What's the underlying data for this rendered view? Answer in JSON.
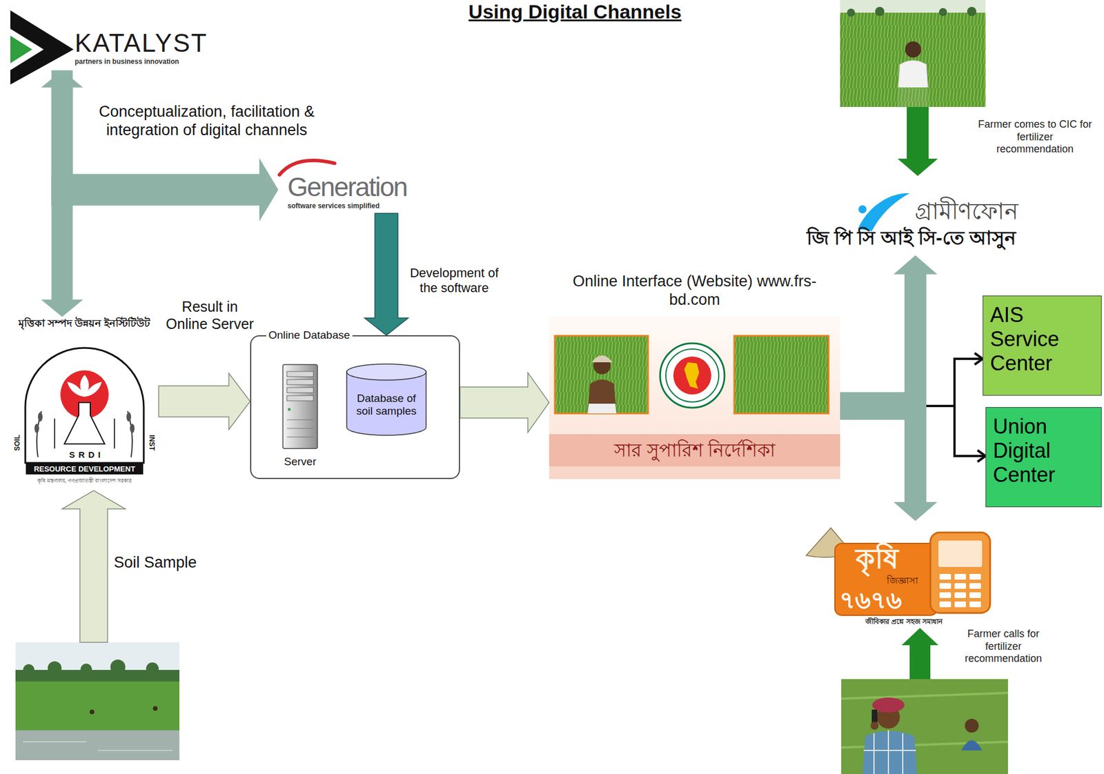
{
  "diagram": {
    "title": "Using Digital Channels",
    "nodes": [
      {
        "text": [
          "KATALYST",
          "partners in business innovation"
        ]
      },
      {
        "text": [
          "Generation",
          "software services simplified"
        ]
      },
      {
        "text": [
          "মৃত্তিকা সম্পদ উন্নয়ন ইনস্টিটিউট",
          "S R D I",
          "SOIL",
          "RESOURCE DEVELOPMENT",
          "INST",
          "কৃষি মন্ত্রণালয়, গণপ্রজাতন্ত্রী বাংলাদেশ সরকার"
        ]
      },
      {
        "text": [
          "Online Database"
        ]
      },
      {
        "text": [
          "Server"
        ],
        "in": 3
      },
      {
        "text": [
          "Database of soil samples"
        ],
        "in": 3
      },
      {
        "text": [
          "Online Interface (Website) www.frs-bd.com",
          "সার সুপারিশ নির্দেশিকা"
        ]
      },
      {
        "text": [
          "গ্রামীণফোন",
          "জি পি সি আই সি-তে আসুন"
        ]
      },
      {
        "text": [
          "AIS Service Center"
        ]
      },
      {
        "text": [
          "Union Digital Center"
        ]
      },
      {
        "text": [
          "কৃষি",
          "জিজ্ঞাসা",
          "৭৬৭৬",
          "জীবিকার প্রশ্নে সহজ সমাধান"
        ]
      }
    ],
    "edges": [
      {
        "from": 0,
        "to": 2,
        "arrow": "both"
      },
      {
        "from": 0,
        "to": 1,
        "label": "Conceptualization, facilitation & integration of digital channels",
        "arrow": "to"
      },
      {
        "from": 1,
        "to": 3,
        "label": "Development of the software",
        "arrow": "to"
      },
      {
        "from": 2,
        "to": 3,
        "label": "Result in Online Server",
        "arrow": "to"
      },
      {
        "from": 3,
        "to": 6,
        "arrow": "to"
      },
      {
        "from": 6,
        "to": 7,
        "arrow": "to"
      },
      {
        "from": 6,
        "to": 10,
        "arrow": "to"
      },
      {
        "from": 6,
        "to": 8,
        "arrow": "to"
      },
      {
        "from": 6,
        "to": 9,
        "arrow": "to"
      }
    ],
    "labels": [
      "Farmer comes to CIC for fertilizer recommendation",
      "Soil Sample",
      "Farmer calls for fertilizer recommendation"
    ]
  }
}
